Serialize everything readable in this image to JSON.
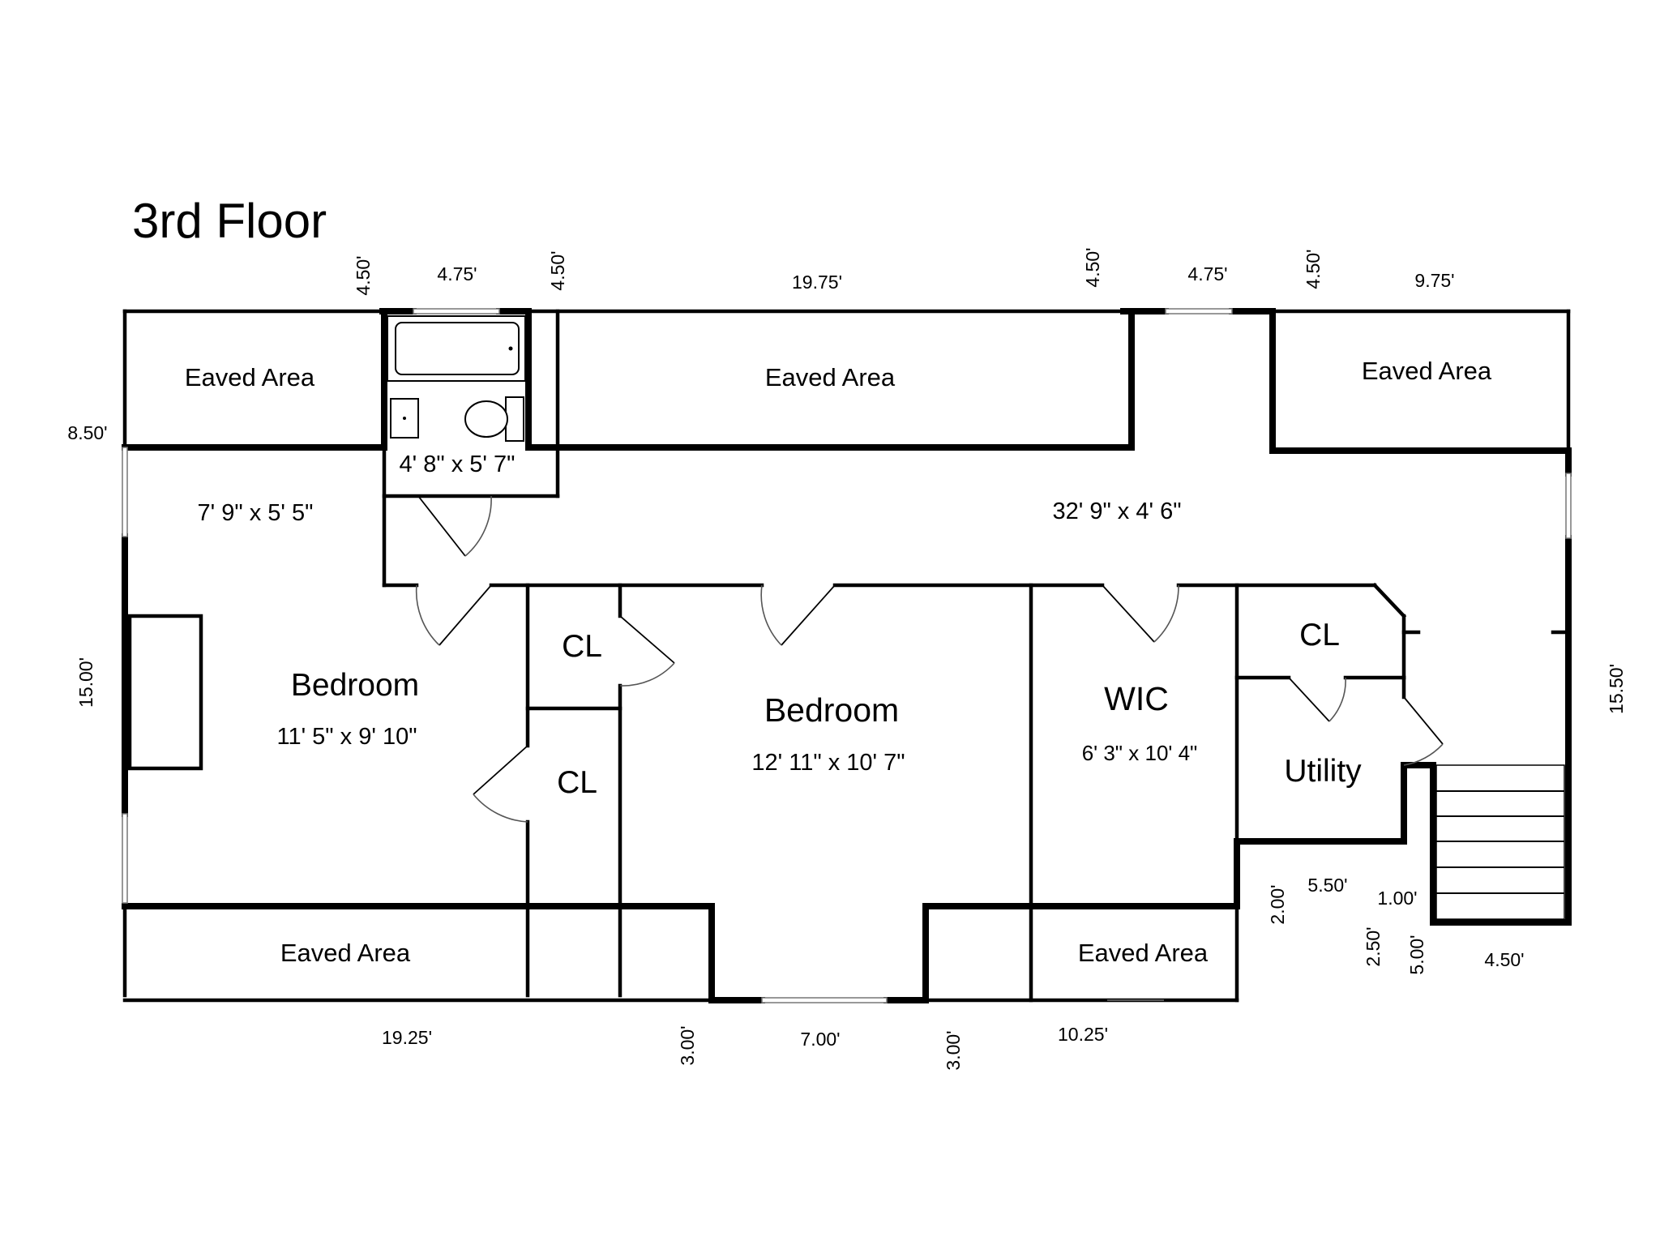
{
  "title": "3rd Floor",
  "rooms": {
    "eaved_top_left": "Eaved Area",
    "eaved_top_center": "Eaved Area",
    "eaved_top_right": "Eaved Area",
    "eaved_bottom_left": "Eaved Area",
    "eaved_bottom_right": "Eaved Area",
    "bath_size": "4' 8\" x 5' 7\"",
    "landing_size": "7' 9\" x 5' 5\"",
    "hall_size": "32' 9\" x 4' 6\"",
    "bedroom_left": {
      "name": "Bedroom",
      "size": "11' 5\" x 9' 10\""
    },
    "bedroom_center": {
      "name": "Bedroom",
      "size": "12' 11\" x 10' 7\""
    },
    "closet_upper": "CL",
    "closet_lower": "CL",
    "closet_right": "CL",
    "wic": {
      "name": "WIC",
      "size": "6' 3\" x 10' 4\""
    },
    "utility": "Utility"
  },
  "dimensions": {
    "top_a": "4.50'",
    "top_b": "4.75'",
    "top_c": "4.50'",
    "top_d": "19.75'",
    "top_e": "4.50'",
    "top_f": "4.75'",
    "top_g": "4.50'",
    "top_h": "9.75'",
    "left_upper": "8.50'",
    "left_lower": "15.00'",
    "right_side": "15.50'",
    "bottom_a": "19.25'",
    "bottom_b": "3.00'",
    "bottom_c": "7.00'",
    "bottom_d": "3.00'",
    "bottom_e": "10.25'",
    "stair_a": "2.00'",
    "stair_b": "5.50'",
    "stair_c": "1.00'",
    "stair_d": "2.50'",
    "stair_e": "5.00'",
    "stair_f": "4.50'"
  }
}
